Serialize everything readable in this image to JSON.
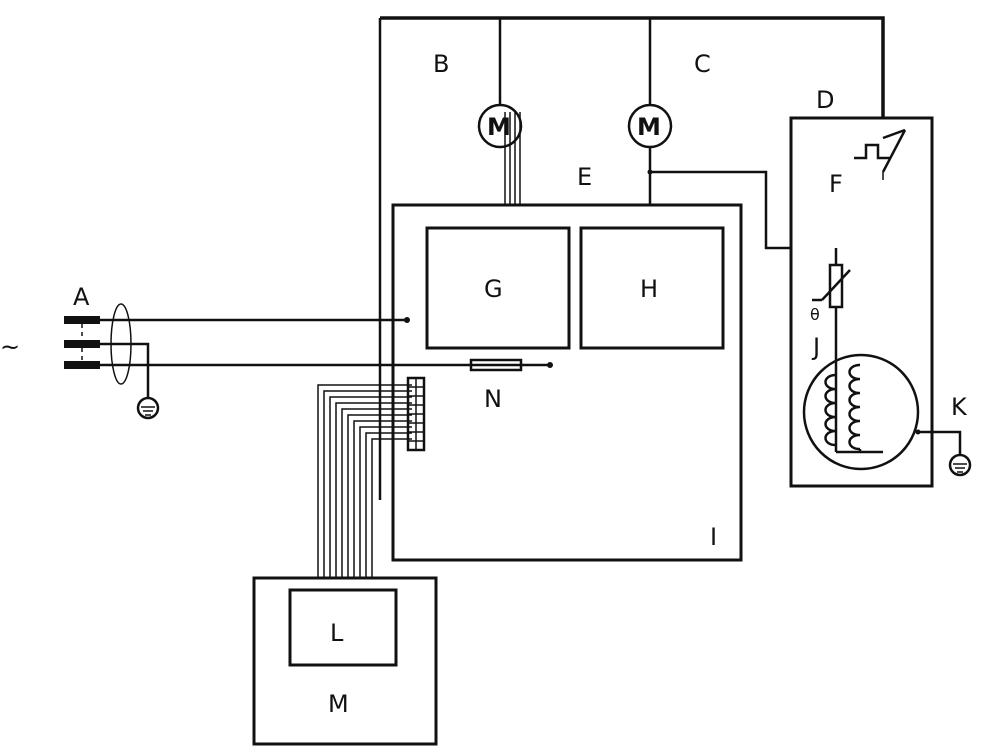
{
  "labels": {
    "a": "A",
    "b": "B",
    "c": "C",
    "d": "D",
    "e": "E",
    "f": "F",
    "g": "G",
    "h": "H",
    "i": "I",
    "j": "J",
    "k": "K",
    "l": "L",
    "m": "M",
    "n": "N"
  },
  "symbols": {
    "ac_source": "~",
    "motor": "M",
    "theta": "θ"
  },
  "icons": [
    "ground-icon",
    "motor-icon",
    "thermistor-icon",
    "coil-icon",
    "switch-icon",
    "plug-icon"
  ]
}
